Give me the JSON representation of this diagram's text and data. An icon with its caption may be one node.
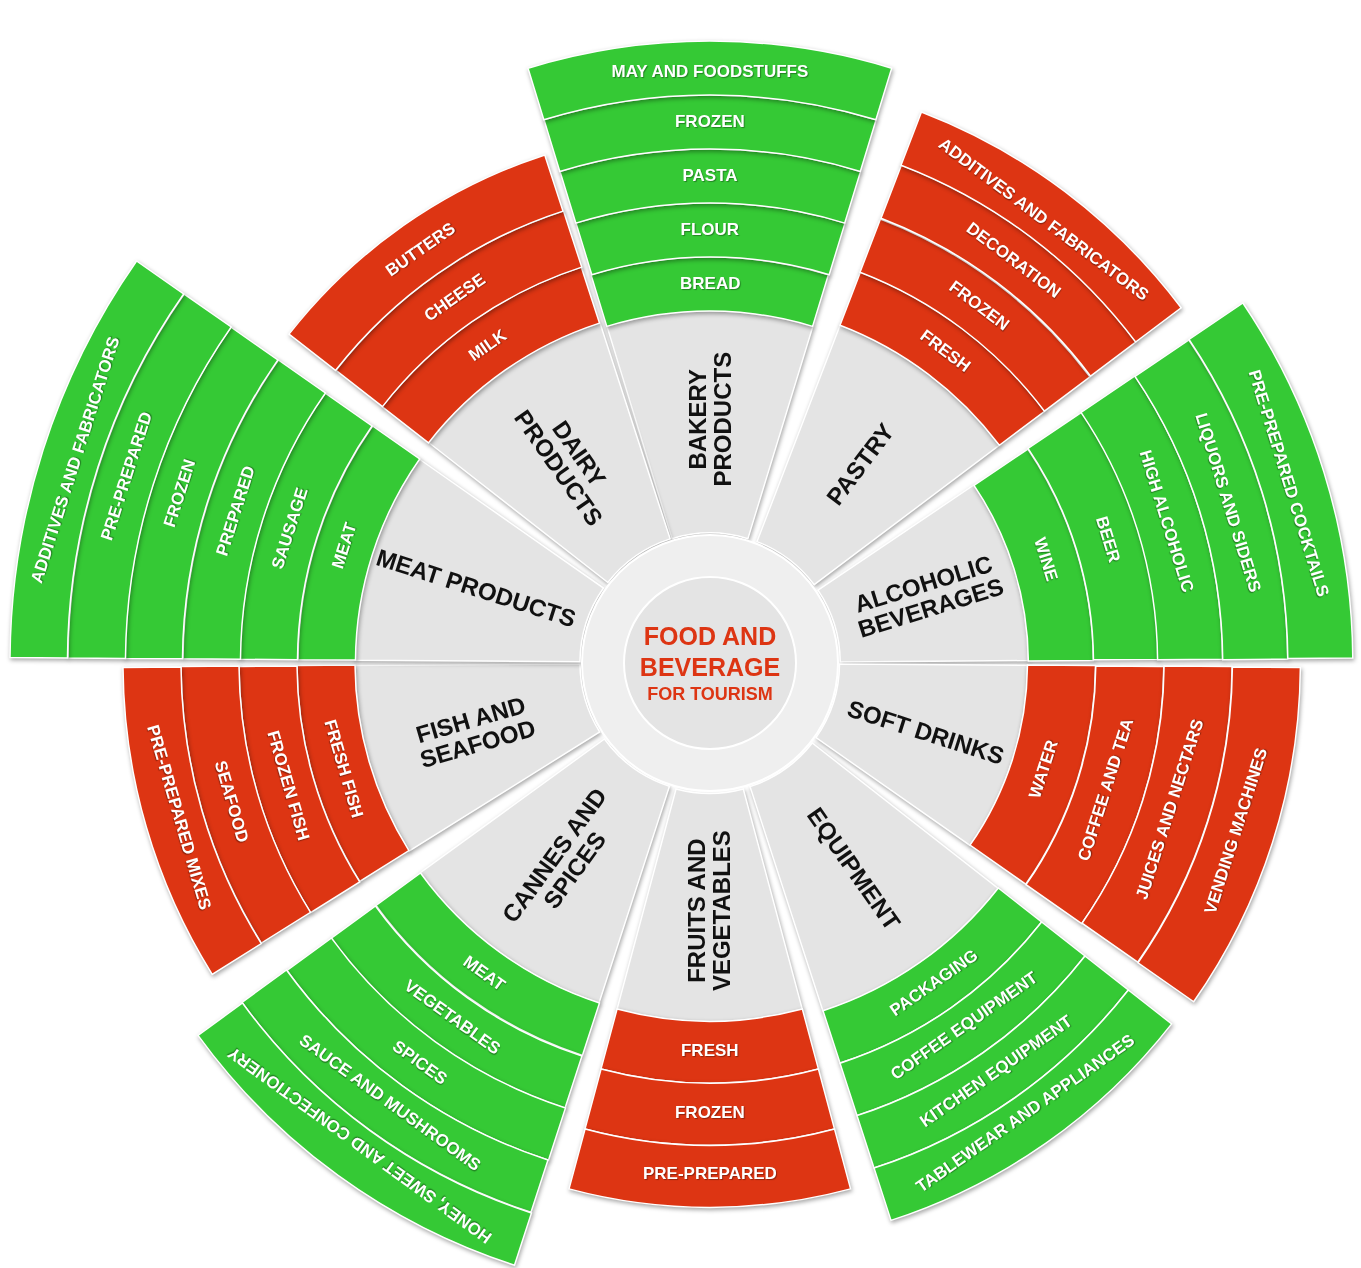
{
  "diagram": {
    "nodes": [
      {
        "text": [
          "FOOD AND BEVERAGE",
          "FOR TOURISM"
        ]
      },
      {
        "text": [
          "BAKERY PRODUCTS"
        ]
      },
      {
        "text": [
          "BREAD"
        ]
      },
      {
        "text": [
          "FLOUR"
        ]
      },
      {
        "text": [
          "PASTA"
        ]
      },
      {
        "text": [
          "FROZEN"
        ]
      },
      {
        "text": [
          "MAY AND FOODSTUFFS"
        ]
      },
      {
        "text": [
          "PASTRY"
        ]
      },
      {
        "text": [
          "FRESH"
        ]
      },
      {
        "text": [
          "FROZEN"
        ]
      },
      {
        "text": [
          "DECORATION"
        ]
      },
      {
        "text": [
          "ADDITIVES AND FABRICATORS"
        ]
      },
      {
        "text": [
          "ALCOHOLIC BEVERAGES"
        ]
      },
      {
        "text": [
          "WINE"
        ]
      },
      {
        "text": [
          "BEER"
        ]
      },
      {
        "text": [
          "HIGH ALCOHOLIC"
        ]
      },
      {
        "text": [
          "LIQUORS AND SIDERS"
        ]
      },
      {
        "text": [
          "PRE-PREPARED COCKTAILS"
        ]
      },
      {
        "text": [
          "SOFT DRINKS"
        ]
      },
      {
        "text": [
          "WATER"
        ]
      },
      {
        "text": [
          "COFFEE AND TEA"
        ]
      },
      {
        "text": [
          "JUICES AND NECTARS"
        ]
      },
      {
        "text": [
          "VENDING MACHINES"
        ]
      },
      {
        "text": [
          "EQUIPMENT"
        ]
      },
      {
        "text": [
          "PACKAGING"
        ]
      },
      {
        "text": [
          "COFFEE EQUIPMENT"
        ]
      },
      {
        "text": [
          "KITCHEN EQUIPMENT"
        ]
      },
      {
        "text": [
          "TABLEWEAR AND APPLIANCES"
        ]
      },
      {
        "text": [
          "FRUITS AND VEGETABLES"
        ]
      },
      {
        "text": [
          "FRESH"
        ]
      },
      {
        "text": [
          "FROZEN"
        ]
      },
      {
        "text": [
          "PRE-PREPARED"
        ]
      },
      {
        "text": [
          "CANNES AND SPICES"
        ]
      },
      {
        "text": [
          "MEAT"
        ]
      },
      {
        "text": [
          "VEGETABLES"
        ]
      },
      {
        "text": [
          "SPICES"
        ]
      },
      {
        "text": [
          "SAUCE AND MUSHROOMS"
        ]
      },
      {
        "text": [
          "HONEY, SWEET AND CONFECTIONERY"
        ]
      },
      {
        "text": [
          "FISH AND SEAFOOD"
        ]
      },
      {
        "text": [
          "FRESH FISH"
        ]
      },
      {
        "text": [
          "FROZEN FISH"
        ]
      },
      {
        "text": [
          "SEAFOOD"
        ]
      },
      {
        "text": [
          "PRE-PREPARED MIXES"
        ]
      },
      {
        "text": [
          "MEAT PRODUCTS"
        ]
      },
      {
        "text": [
          "MEAT"
        ]
      },
      {
        "text": [
          "SAUSAGE"
        ]
      },
      {
        "text": [
          "PREPARED"
        ]
      },
      {
        "text": [
          "FROZEN"
        ]
      },
      {
        "text": [
          "PRE-PREPARED"
        ]
      },
      {
        "text": [
          "ADDITIVES AND FABRICATORS"
        ]
      },
      {
        "text": [
          "DAIRY PRODUCTS"
        ]
      },
      {
        "text": [
          "MILK"
        ]
      },
      {
        "text": [
          "CHEESE"
        ]
      },
      {
        "text": [
          "BUTTERS"
        ]
      }
    ]
  }
}
